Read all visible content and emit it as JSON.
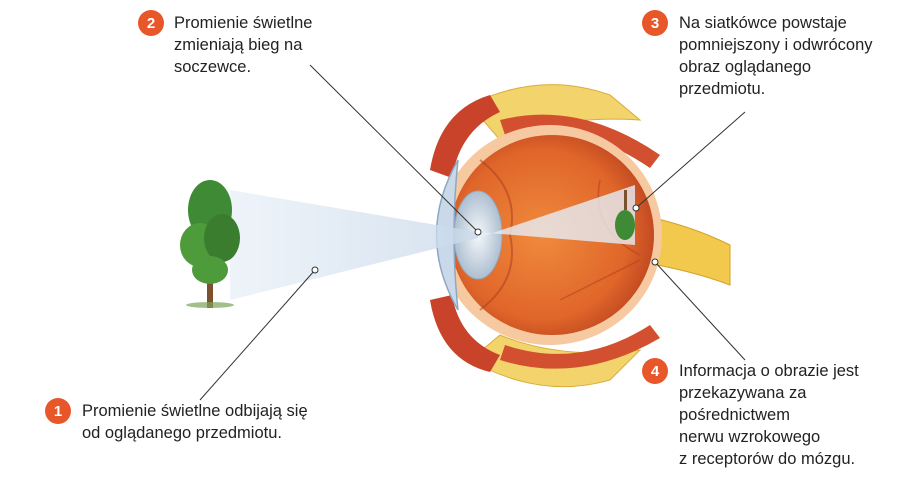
{
  "steps": [
    {
      "number": "1",
      "text": "Promienie świetlne odbijają się\nod oglądanego przedmiotu."
    },
    {
      "number": "2",
      "text": "Promienie świetlne\nzmieniają bieg na\nsoczewce."
    },
    {
      "number": "3",
      "text": "Na siatkówce powstaje\npomniejszony i odwrócony\nobraz oglądanego\nprzedmiotu."
    },
    {
      "number": "4",
      "text": "Informacja o obrazie jest\nprzekazywana za\npośrednictwem\nnerwu wzrokowego\nz receptorów do mózgu."
    }
  ],
  "colors": {
    "badge": "#e8572a",
    "eyeball": "#e0662a",
    "sclera": "#f6c9a0",
    "muscle": "#c8432a",
    "fat": "#f3d36b",
    "nerve": "#f2c94c",
    "light_beam": "#dfe9f4"
  },
  "icons": [
    "tree-icon",
    "eye-cross-section-icon"
  ]
}
